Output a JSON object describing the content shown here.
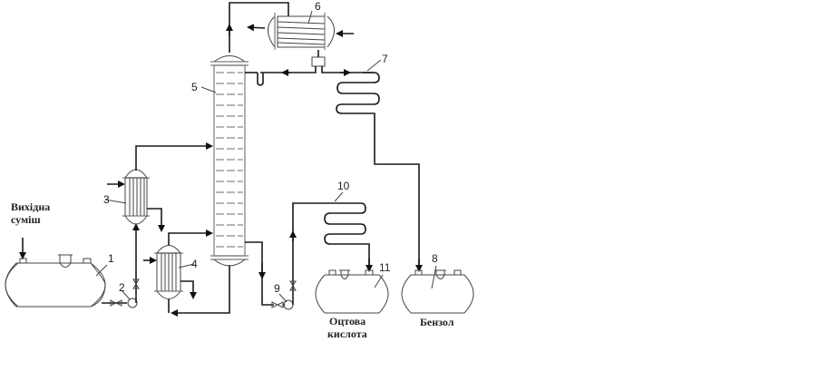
{
  "diagram": {
    "labels": {
      "feed": [
        "Вихідна",
        "суміш"
      ],
      "acetic_acid": [
        "Оцтова",
        "кислота"
      ],
      "benzene": "Бензол"
    },
    "equipment": [
      {
        "id": "1",
        "kind": "feed-tank"
      },
      {
        "id": "2",
        "kind": "pump"
      },
      {
        "id": "3",
        "kind": "heat-exchanger"
      },
      {
        "id": "4",
        "kind": "reboiler"
      },
      {
        "id": "5",
        "kind": "distillation-column"
      },
      {
        "id": "6",
        "kind": "condenser"
      },
      {
        "id": "7",
        "kind": "coil-cooler"
      },
      {
        "id": "8",
        "kind": "benzene-tank"
      },
      {
        "id": "9",
        "kind": "pump"
      },
      {
        "id": "10",
        "kind": "coil-cooler"
      },
      {
        "id": "11",
        "kind": "acetic-acid-tank"
      }
    ]
  }
}
